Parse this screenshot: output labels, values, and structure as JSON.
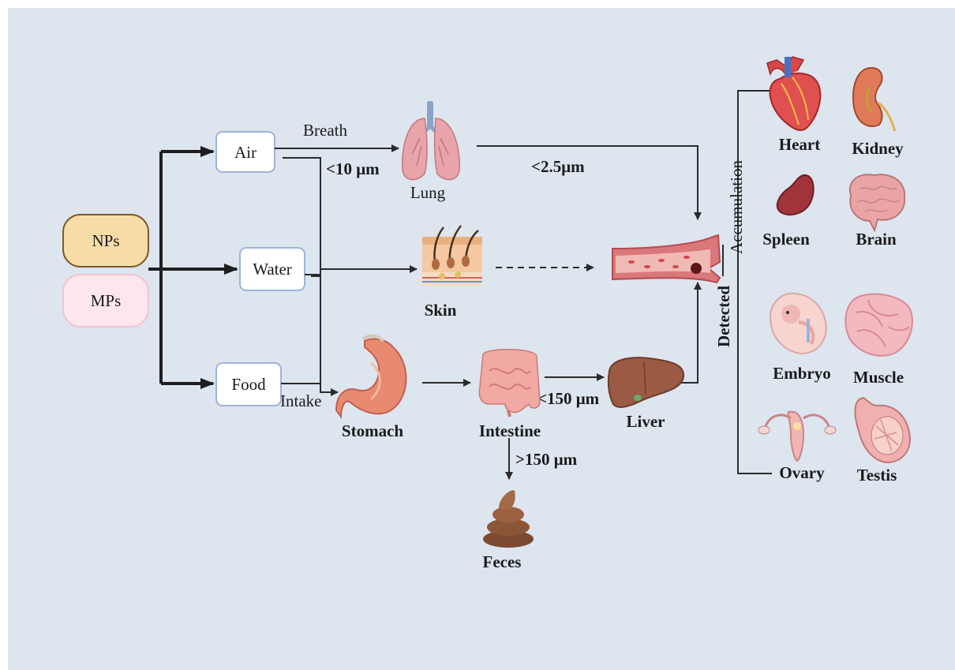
{
  "sources": {
    "nps": "NPs",
    "mps": "MPs"
  },
  "routes": {
    "air": "Air",
    "water": "Water",
    "food": "Food"
  },
  "labels": {
    "breath": "Breath",
    "size_air": "<10 μm",
    "lung": "Lung",
    "size_lung": "<2.5μm",
    "skin": "Skin",
    "intake": "Intake",
    "stomach": "Stomach",
    "intestine": "Intestine",
    "size_liver": "<150 μm",
    "size_feces": ">150 μm",
    "liver": "Liver",
    "feces": "Feces",
    "accumulation": "Accumulation",
    "detected": "Detected"
  },
  "organs": {
    "heart": "Heart",
    "kidney": "Kidney",
    "spleen": "Spleen",
    "brain": "Brain",
    "embryo": "Embryo",
    "muscle": "Muscle",
    "ovary": "Ovary",
    "testis": "Testis"
  },
  "colors": {
    "background": "#dde5ef",
    "nps_fill": "#f7dca8",
    "nps_stroke": "#7a5a2a",
    "mps_fill": "#fde6ec",
    "mps_stroke": "#f2c4d0",
    "route_stroke": "#9fb3d8"
  }
}
